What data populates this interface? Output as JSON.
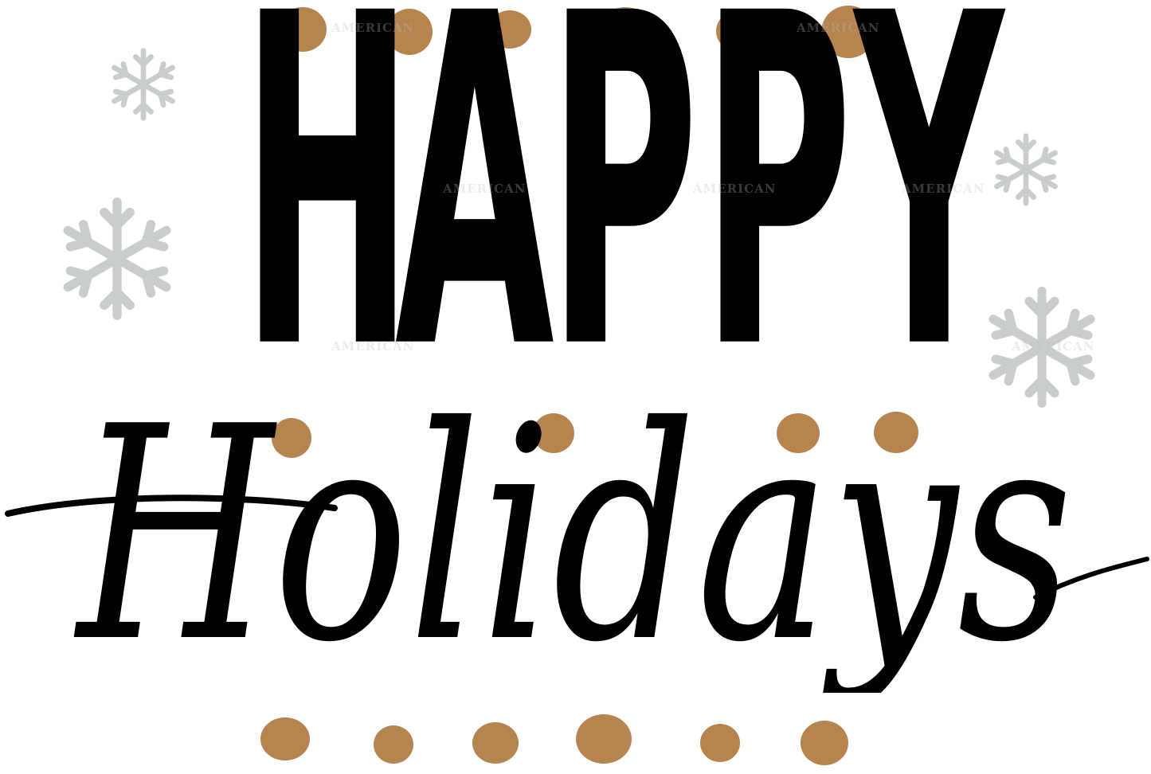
{
  "artwork": {
    "headline_letters": [
      "H",
      "A",
      "P",
      "P",
      "Y"
    ],
    "script_word": "Holidays",
    "watermark_text": "AMERICAN",
    "colors": {
      "ink": "#000000",
      "dot": "#b5844f",
      "snowflake": "#c9cdce",
      "background": "#ffffff"
    },
    "decorations": {
      "dot_count": 16,
      "snowflake_count": 4,
      "snowflake_icon": "snowflake-icon",
      "dot_icon": "dot-icon"
    }
  }
}
